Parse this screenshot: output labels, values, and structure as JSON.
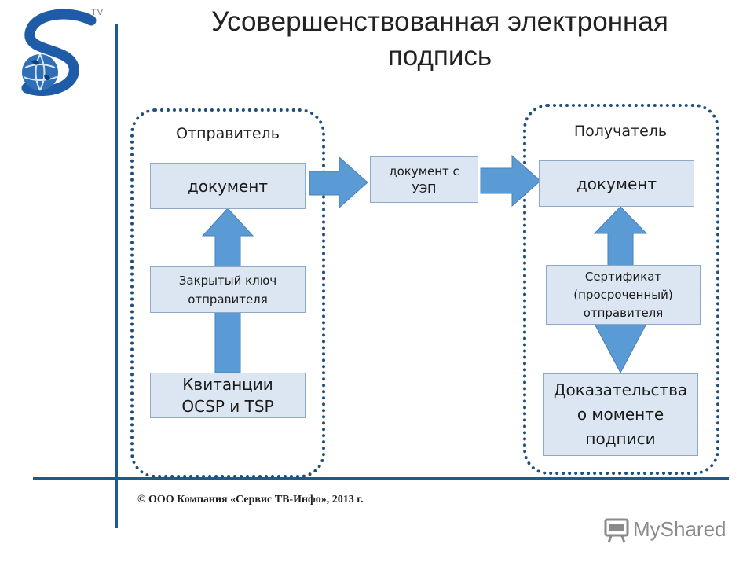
{
  "title": {
    "line1": "Усовершенствованная электронная",
    "line2": "подпись"
  },
  "logo": {
    "badge": "TV"
  },
  "sender": {
    "label": "Отправитель",
    "document": "документ",
    "private_key": [
      "Закрытый ключ",
      "отправителя"
    ],
    "receipts": [
      "Квитанции",
      "OCSP и TSP"
    ]
  },
  "middle": {
    "document_with_signature": [
      "документ с",
      "УЭП"
    ]
  },
  "recipient": {
    "label": "Получатель",
    "document": "документ",
    "certificate": [
      "Сертификат",
      "(просроченный)",
      "отправителя"
    ],
    "evidence": [
      "Доказательства",
      "о моменте",
      "подписи"
    ]
  },
  "footer": {
    "copyright": "© ООО Компания «Сервис ТВ-Инфо», 2013 г."
  },
  "watermark": {
    "text": "MyShared",
    "icon": "presentation-icon"
  },
  "colors": {
    "rule_line": "#1f5b8a",
    "group_border": "#1f4f7a",
    "box_fill": "#dce6f2",
    "arrow_fill": "#5b9bd5",
    "logo_blue": "#1e5ca8"
  }
}
